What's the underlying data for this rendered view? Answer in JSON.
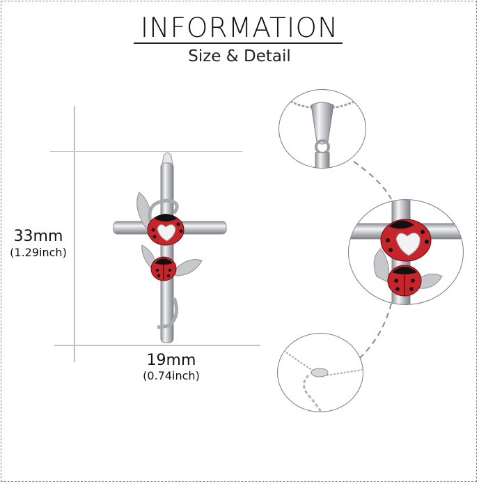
{
  "header": {
    "title": "INFORMATION",
    "subtitle": "Size & Detail"
  },
  "dimensions": {
    "height": {
      "mm": "33mm",
      "inch": "(1.29inch)"
    },
    "width": {
      "mm": "19mm",
      "inch": "(0.74inch)"
    }
  },
  "product": {
    "image": "silver-cross-pendant-with-ladybugs",
    "colors": {
      "silver": "#c9cbcf",
      "ladybug_red": "#c8242b",
      "ladybug_black": "#111111"
    }
  },
  "detail_views": [
    {
      "name": "bail-detail",
      "image": "pendant-bail-closeup"
    },
    {
      "name": "ladybug-detail",
      "image": "ladybugs-heart-closeup"
    },
    {
      "name": "chain-clasp-detail",
      "image": "chain-lobster-clasp-closeup"
    }
  ]
}
